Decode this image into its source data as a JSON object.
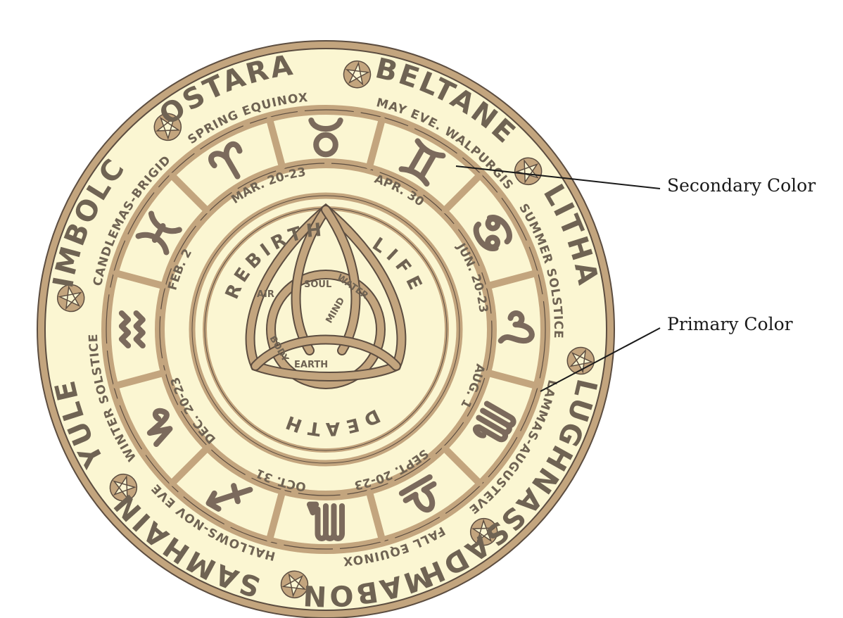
{
  "colors": {
    "primary": "#fbf6d2",
    "secondary": "#c3a57e",
    "outline": "#5c4d40",
    "text": "#6f6353",
    "callout_line": "#1a1a1a"
  },
  "callouts": {
    "secondary": "Secondary Color",
    "primary": "Primary Color"
  },
  "sabbats": [
    {
      "name": "BELTANE",
      "subtitle": "MAY EVE. WALPURGIS"
    },
    {
      "name": "LITHA",
      "subtitle": "SUMMER SOLSTICE"
    },
    {
      "name": "LUGHNASSADH",
      "subtitle": "LAMMAS-AUGUSTEVE"
    },
    {
      "name": "MABON",
      "subtitle": "FALL EQUINOX"
    },
    {
      "name": "SAMHAIN",
      "subtitle": "HALLOWS-NOV EVE"
    },
    {
      "name": "YULE",
      "subtitle": "WINTER SOLSTICE"
    },
    {
      "name": "IMBOLC",
      "subtitle": "CANDLEMAS-BRIGID"
    },
    {
      "name": "OSTARA",
      "subtitle": "SPRING EQUINOX"
    }
  ],
  "dates": [
    "APR. 30",
    "JUN. 20-23",
    "AUG. 1",
    "SEPT. 20-23",
    "OCT. 31",
    "DEC. 20-23",
    "FEB. 2",
    "MAR. 20-23"
  ],
  "center_words": [
    "LIFE",
    "DEATH",
    "REBIRTH"
  ],
  "elements": [
    "SOUL",
    "AIR",
    "WATER",
    "BODY",
    "MIND",
    "EARTH"
  ],
  "zodiac_icons": [
    "aries-icon",
    "taurus-icon",
    "gemini-icon",
    "cancer-icon",
    "leo-icon",
    "virgo-icon",
    "libra-icon",
    "scorpio-icon",
    "sagittarius-icon",
    "capricorn-icon",
    "aquarius-icon",
    "pisces-icon"
  ]
}
